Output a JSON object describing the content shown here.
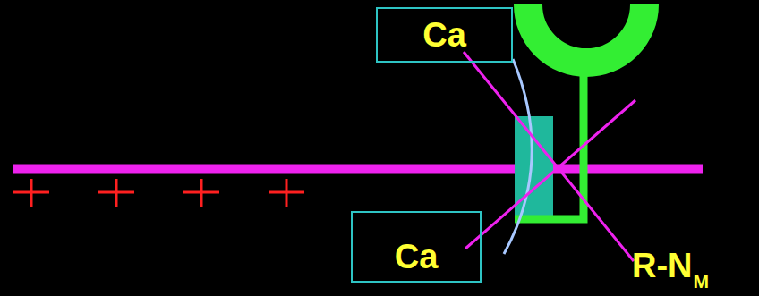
{
  "diagram": {
    "nodes": [
      {
        "text": [
          "Ca"
        ]
      },
      {
        "text": [
          "Ca"
        ]
      }
    ],
    "labels": [
      "R-N",
      "М"
    ]
  }
}
